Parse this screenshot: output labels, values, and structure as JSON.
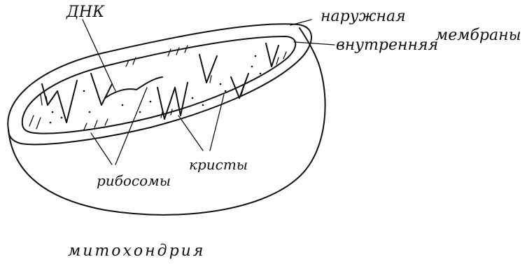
{
  "labels": {
    "dnk": "ДНК",
    "outer": "наружная",
    "membranes": "мембраны",
    "inner": "внутренняя",
    "ribosomes": "рибосомы",
    "cristae": "кристы",
    "title": "митохондрия"
  },
  "colors": {
    "ink": "#111111",
    "paper": "#ffffff"
  }
}
